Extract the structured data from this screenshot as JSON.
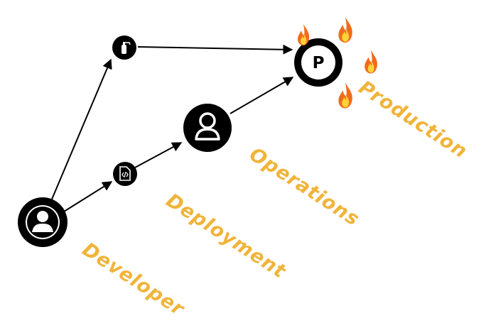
{
  "labels": {
    "developer": "Developer",
    "deployment": "Deployment",
    "operations": "Operations",
    "production": "Production"
  },
  "production_node": {
    "letter": "P"
  },
  "icons": {
    "developer": "user-icon",
    "deployment_artifact": "code-file-icon",
    "operations": "user-icon",
    "shortcut": "fire-extinguisher-icon",
    "production": "production-p-icon",
    "fires": "fire-icon"
  },
  "colors": {
    "node": "#000000",
    "label": "#f0b43a",
    "flame_outer": "#f26a1b",
    "flame_inner": "#ffd23a"
  }
}
